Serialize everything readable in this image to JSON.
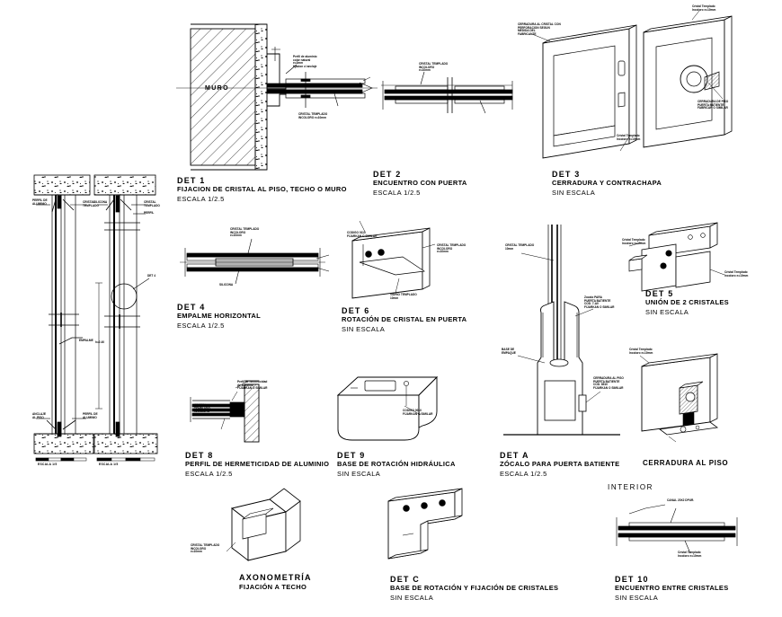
{
  "drawing": {
    "kind": "cad-detail-sheet",
    "discipline": "Tempered glass door and glazing construction details",
    "language": "es"
  },
  "details": [
    {
      "id": "det1",
      "title": "DET 1",
      "subtitle": "FIJACION DE CRISTAL AL PISO, TECHO O MURO",
      "scale": "ESCALA  1/2.5",
      "notes": [
        "Perfil de aluminio\ncolor natural\ne=2mm\nfijacion c/ anclaje",
        "CRISTAL TEMPLADO\nINCOLORO e=10mm"
      ],
      "part_labels": [
        "MURO"
      ]
    },
    {
      "id": "det2",
      "title": "DET 2",
      "subtitle": "ENCUENTRO CON PUERTA",
      "scale": "ESCALA  1/2.5",
      "notes": [
        "CRISTAL TEMPLADO\nINCOLORO\ne=10mm"
      ]
    },
    {
      "id": "det3",
      "title": "DET 3",
      "subtitle": "CERRADURA Y CONTRACHAPA",
      "scale": "SIN  ESCALA",
      "notes": [
        "CERRADURA AL CRISTAL CON\nPERFORACION SEGUN\nMEDIDA DEL\nFABRICANTE",
        "Cristal Templado\nIncoloro e=10mm",
        "CERRADURA DE PISO\nPUERTA BATIENTE\nFABRICAR O SIMILAR"
      ]
    },
    {
      "id": "det4",
      "title": "DET 4",
      "subtitle": "EMPALME HORIZONTAL",
      "scale": "ESCALA  1/2.5",
      "notes": [
        "CRISTAL TEMPLADO\nINCOLORO\ne=10mm",
        "SILICONA"
      ]
    },
    {
      "id": "det6",
      "title": "DET 6",
      "subtitle": "ROTACIÓN DE CRISTAL EN PUERTA",
      "scale": "SIN  ESCALA",
      "notes": [
        "CODIGO 0110\nFIJARKAN O SIMILAR",
        "CRISTAL TEMPLADO\nINCOLORO\ne=10mm",
        "VIDRIO TEMPLADO\n10mm"
      ]
    },
    {
      "id": "det5",
      "title": "DET 5",
      "subtitle": "UNIÓN DE 2 CRISTALES",
      "scale": "SIN  ESCALA",
      "notes": [
        "Cristal Templado\nIncoloro e=10mm",
        "Cristal Templado\nIncoloro e=10mm"
      ]
    },
    {
      "id": "det8",
      "title": "DET 8",
      "subtitle": "PERFIL DE HERMETICIDAD DE ALUMINIO",
      "scale": "ESCALA  1/2.5",
      "notes": [
        "Perfil de hermeticidad\nde aluminio\nFIJARKAN O SIMILAR",
        "CRISTAL\nTEMPLADO\nINCOLORO\ne=10mm"
      ]
    },
    {
      "id": "det9",
      "title": "DET 9",
      "subtitle": "BASE DE ROTACIÓN HIDRÁULICA",
      "scale": "SIN  ESCALA",
      "notes": [
        "CODIGO 0010\nFIJARKAN O SIMILAR"
      ]
    },
    {
      "id": "detA",
      "title": "DET A",
      "subtitle": "ZÓCALO PARA PUERTA BATIENTE",
      "scale": "ESCALA  1/2.5",
      "notes": [
        "CRISTAL TEMPLADO\n10mm",
        "BASE DE\nEMPAQUE",
        "Zocalo PARA\nPUERTA BATIENTE\nCOD. 7-A0\nFIJARKAN O SIMILAR",
        "CERRADURA AL PISO\nPUERTA BATIENTE\nCOD. 8510\nFIJARKAN O SIMILAR"
      ]
    },
    {
      "id": "cerradura-piso",
      "title": "CERRADURA AL PISO",
      "subtitle": "",
      "scale": "",
      "notes": [
        "Cristal Templado\nIncoloro e=10mm"
      ]
    },
    {
      "id": "axonometria",
      "title": "AXONOMETRÍA",
      "subtitle": "FIJACIÓN A TECHO",
      "scale": "",
      "notes": [
        "CRISTAL TEMPLADO\nINCOLORO\ne=10mm"
      ]
    },
    {
      "id": "detC",
      "title": "DET C",
      "subtitle": "BASE DE ROTACIÓN Y FIJACIÓN DE CRISTALES",
      "scale": "SIN  ESCALA",
      "notes": []
    },
    {
      "id": "det10",
      "title": "DET 10",
      "subtitle": "ENCUENTRO ENTRE CRISTALES",
      "scale": "SIN  ESCALA",
      "notes": [
        "CANAL 20X2 DPUR.",
        "Cristal Templado\nIncoloro e=10mm"
      ]
    }
  ],
  "annotations": {
    "interior": "INTERIOR"
  },
  "sections": [
    {
      "id": "section-left",
      "scale_label": "ESCALA  1/5",
      "notes": [
        "PERFIL DE\nALUMINIO",
        "CRISTAL\nTEMPLADO",
        "PERFIL DE\nALUMINIO",
        "ANCLAJE\nAL PISO"
      ]
    },
    {
      "id": "section-right",
      "scale_label": "ESCALA  1/5",
      "notes": [
        "SILICONA",
        "EMPALME",
        "DET 4",
        "h=2.40"
      ]
    }
  ],
  "colors": {
    "line": "#000000",
    "paper": "#ffffff",
    "hatch": "#1a1a1a"
  }
}
